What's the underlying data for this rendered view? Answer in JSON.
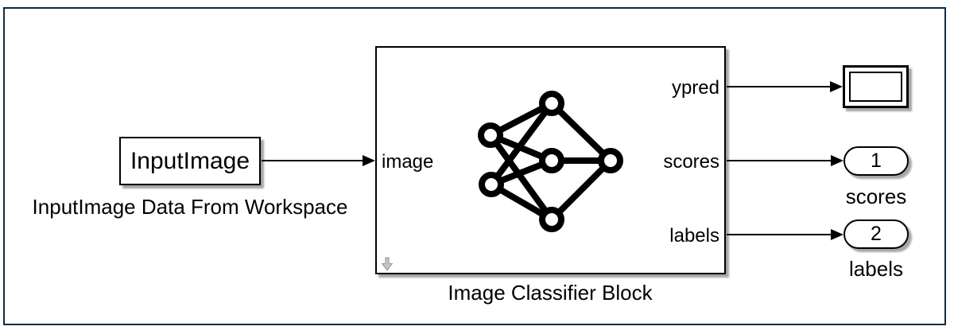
{
  "diagram": {
    "source_block": {
      "label": "InputImage",
      "caption": "InputImage Data From Workspace"
    },
    "classifier_block": {
      "caption": "Image Classifier Block",
      "input_ports": [
        {
          "label": "image"
        }
      ],
      "output_ports": [
        {
          "label": "ypred"
        },
        {
          "label": "scores"
        },
        {
          "label": "labels"
        }
      ]
    },
    "outports": [
      {
        "number": "1",
        "caption": "scores"
      },
      {
        "number": "2",
        "caption": "labels"
      }
    ]
  },
  "icons": {
    "classifier": "neural-network-icon",
    "badge": "expand-down-arrow-icon"
  },
  "colors": {
    "frame": "#0e2b45",
    "stroke": "#000000",
    "badge": "#c4c4c4",
    "badge-edge": "#9e9e9e",
    "background": "#ffffff"
  }
}
